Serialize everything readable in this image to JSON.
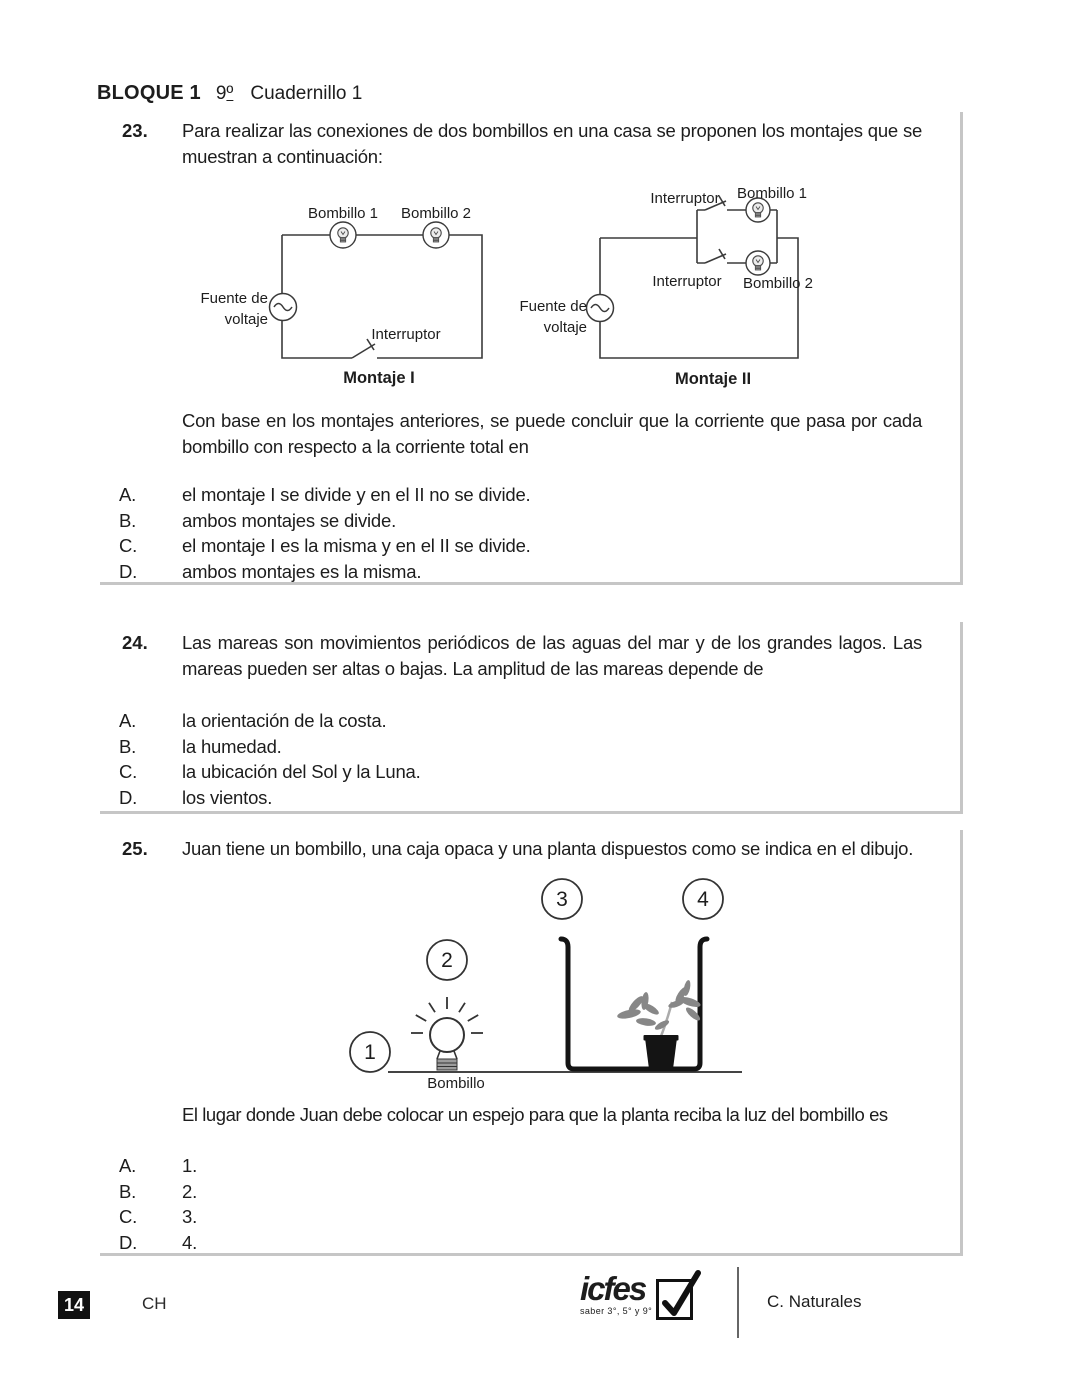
{
  "header": {
    "block_label": "BLOQUE 1",
    "grade_number": "9",
    "grade_ordinal": "º",
    "booklet": "Cuadernillo 1"
  },
  "questions": [
    {
      "number": "23.",
      "text": "Para realizar las conexiones de dos bombillos en una casa se proponen los montajes que se muestran a continuación:",
      "figure": {
        "montaje1": {
          "bulb1": "Bombillo 1",
          "bulb2": "Bombillo 2",
          "source1": "Fuente de",
          "source2": "voltaje",
          "switch": "Interruptor",
          "caption": "Montaje I"
        },
        "montaje2": {
          "switch1": "Interruptor",
          "bulb1": "Bombillo 1",
          "switch2": "Interruptor",
          "bulb2": "Bombillo 2",
          "source1": "Fuente de",
          "source2": "voltaje",
          "caption": "Montaje II"
        }
      },
      "continuation": "Con base en los montajes anteriores, se puede concluir que la corriente que pasa por cada bombillo con respecto a la corriente total en",
      "options": [
        {
          "letter": "A.",
          "text": "el montaje I se divide y en el II no se divide."
        },
        {
          "letter": "B.",
          "text": "ambos montajes se divide."
        },
        {
          "letter": "C.",
          "text": "el montaje I es la misma y en el II se divide."
        },
        {
          "letter": "D.",
          "text": "ambos montajes es la misma."
        }
      ]
    },
    {
      "number": "24.",
      "text": "Las mareas son movimientos periódicos de las aguas del mar y de los grandes lagos. Las mareas pueden ser altas o bajas. La amplitud de las mareas depende de",
      "options": [
        {
          "letter": "A.",
          "text": "la orientación de la costa."
        },
        {
          "letter": "B.",
          "text": "la humedad."
        },
        {
          "letter": "C.",
          "text": "la ubicación del Sol y la Luna."
        },
        {
          "letter": "D.",
          "text": "los vientos."
        }
      ]
    },
    {
      "number": "25.",
      "text": "Juan tiene un bombillo, una caja opaca y una planta dispuestos como se indica en el dibujo.",
      "figure": {
        "pos1": "1",
        "pos2": "2",
        "pos3": "3",
        "pos4": "4",
        "bulb_label": "Bombillo"
      },
      "continuation": "El lugar donde Juan debe colocar un espejo para que la planta reciba la luz del bombillo es",
      "options": [
        {
          "letter": "A.",
          "text": "1."
        },
        {
          "letter": "B.",
          "text": "2."
        },
        {
          "letter": "C.",
          "text": "3."
        },
        {
          "letter": "D.",
          "text": "4."
        }
      ]
    }
  ],
  "footer": {
    "page_number": "14",
    "code": "CH",
    "logo_text": "icfes",
    "logo_subtext": "saber 3°, 5° y 9°",
    "subject": "C. Naturales"
  },
  "colors": {
    "text": "#1d1d1d",
    "box_border": "#c6c6c6",
    "circuit_line": "#3b3b3b",
    "badge_bg": "#111111"
  }
}
